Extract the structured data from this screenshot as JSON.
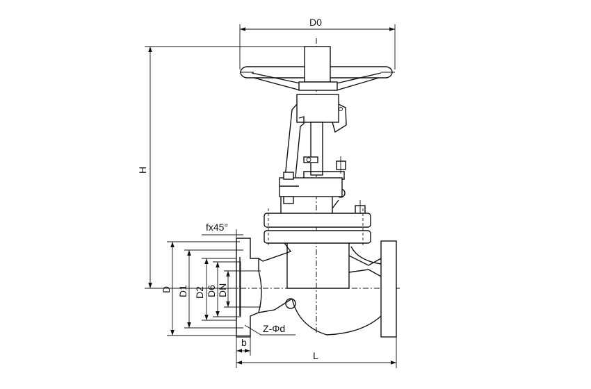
{
  "title": "Globe valve dimension drawing",
  "labels": {
    "handwheel_diameter": "D0",
    "height": "H",
    "chamfer": "fx45°",
    "flange_diameter": "D",
    "bolt_circle": "D1",
    "raised_face": "D2",
    "face_bore": "D6",
    "nominal_diameter": "DN",
    "bolt_holes": "Z-Φd",
    "flange_thickness": "b",
    "length": "L"
  }
}
